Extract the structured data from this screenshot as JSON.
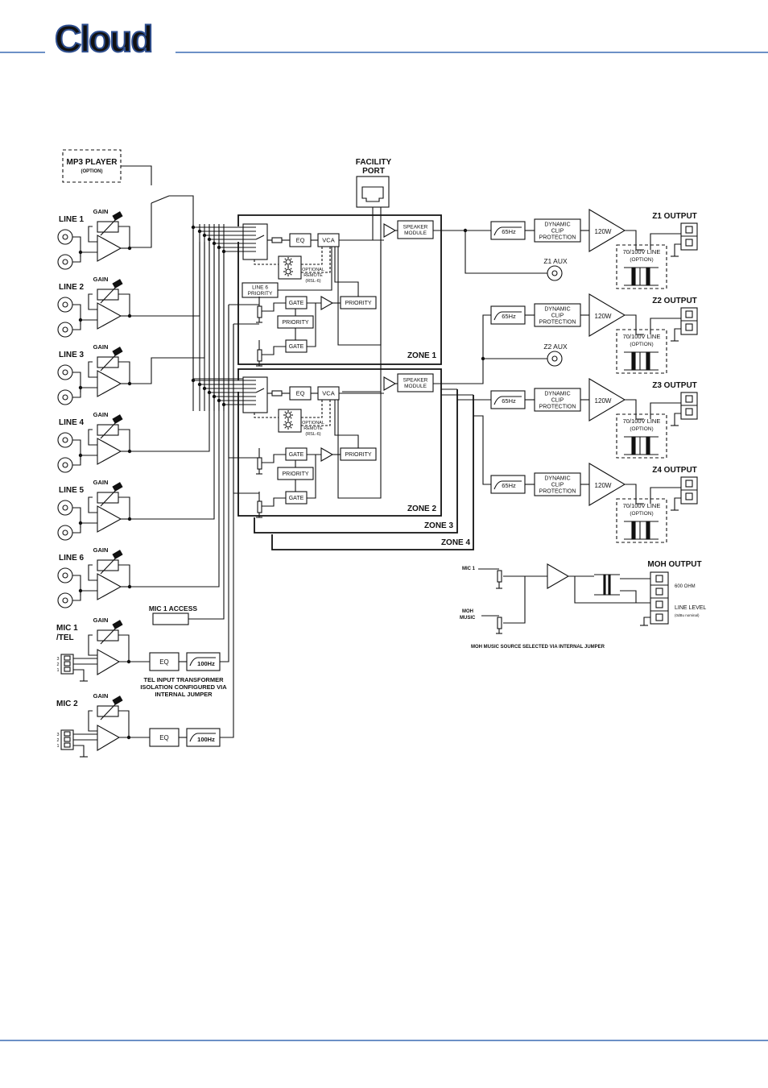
{
  "header": {
    "brand": "Cloud",
    "rule_color": "#3b6bb3"
  },
  "sources": {
    "mp3": {
      "title": "MP3 PLAYER",
      "note": "(OPTION)"
    },
    "lines": [
      "LINE 1",
      "LINE 2",
      "LINE 3",
      "LINE 4",
      "LINE 5",
      "LINE 6"
    ],
    "gain": "GAIN",
    "mic1": {
      "title_a": "MIC 1",
      "title_b": "/TEL"
    },
    "mic2": {
      "title": "MIC 2"
    },
    "mic1_access": "MIC 1 ACCESS",
    "tel_note": [
      "TEL INPUT TRANSFORMER",
      "ISOLATION CONFIGURED VIA",
      "INTERNAL JUMPER"
    ],
    "eq": "EQ",
    "hpf100": "100Hz",
    "pins": [
      "3",
      "2",
      "1"
    ]
  },
  "facility": {
    "line1": "FACILITY",
    "line2": "PORT"
  },
  "zone_blocks": {
    "eq": "EQ",
    "vca": "VCA",
    "gate": "GATE",
    "priority": "PRIORITY",
    "speaker": [
      "SPEAKER",
      "MODULE"
    ],
    "line6_priority": [
      "LINE 6",
      "PRIORITY"
    ],
    "remote": [
      "OPTIONAL",
      "REMOTE",
      "(RSL-6)"
    ]
  },
  "zones": [
    "ZONE 1",
    "ZONE 2",
    "ZONE 3",
    "ZONE 4"
  ],
  "outputs": {
    "hpf65": "65Hz",
    "dcp": [
      "DYNAMIC",
      "CLIP",
      "PROTECTION"
    ],
    "amp": "120W",
    "line_opt": [
      "70/100V LINE",
      "(OPTION)"
    ],
    "zones": [
      "Z1 OUTPUT",
      "Z2 OUTPUT",
      "Z3 OUTPUT",
      "Z4 OUTPUT"
    ],
    "aux": [
      "Z1 AUX",
      "Z2 AUX"
    ]
  },
  "moh": {
    "title": "MOH OUTPUT",
    "mic1": "MIC 1",
    "music": [
      "MOH",
      "MUSIC"
    ],
    "ohm": "600 OHM",
    "level": "LINE LEVEL",
    "level_note": "(0dBu nominal)",
    "caption": "MOH MUSIC SOURCE SELECTED VIA INTERNAL JUMPER"
  }
}
